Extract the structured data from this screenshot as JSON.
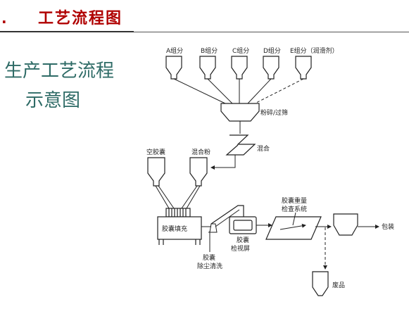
{
  "header": {
    "bullet": ".",
    "title": "工艺流程图"
  },
  "subtitle": {
    "line1": "生产工艺流程",
    "line2": "示意图"
  },
  "diagram": {
    "components": {
      "a": "A组分",
      "b": "B组分",
      "c": "C组分",
      "d": "D组分",
      "e": "E组分（润滑剂）"
    },
    "crush_sieve": "粉碎/过筛",
    "mix": "混合",
    "empty_capsule": "空胶囊",
    "mixed_powder": "混合粉",
    "capsule_filling": "胶囊填充",
    "dust_clean": [
      "胶囊",
      "除尘清洗"
    ],
    "inspection_screen": [
      "胶囊",
      "检视屏"
    ],
    "weight_check": [
      "胶囊重量",
      "检查系统"
    ],
    "packaging": "包装",
    "waste": "废品"
  }
}
